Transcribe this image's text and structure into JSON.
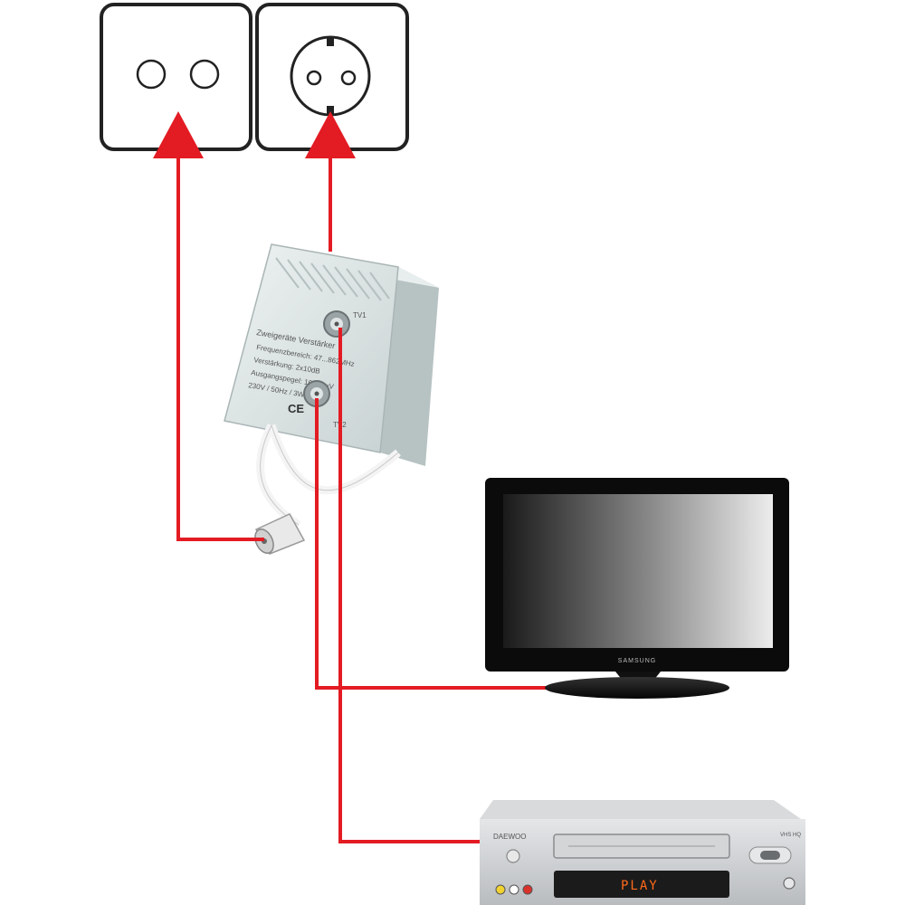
{
  "colors": {
    "cable": "#e31b23",
    "wall_plate_border": "#222222",
    "amplifier_body": "#d9e2e2",
    "tv_frame": "#0b0b0b",
    "vcr_body": "#c9cbcd",
    "vcr_display_text": "#ff6a1a"
  },
  "icons": [
    "antenna-socket-icon",
    "power-socket-icon",
    "arrow-up-icon",
    "ce-mark-icon"
  ],
  "amplifier": {
    "title": "Zweigeräte Verstärker",
    "specs": [
      "Frequenzbereich: 47...862MHz",
      "Verstärkung: 2x10dB",
      "Ausgangspegel: 100dBµV",
      "230V / 50Hz / 3Watt"
    ],
    "port_tv1": "TV1",
    "port_tv2": "TV2",
    "ce_mark": "CE"
  },
  "tv": {
    "brand": "SAMSUNG"
  },
  "vcr": {
    "brand": "DAEWOO",
    "model": "VHS HQ",
    "display": "PLAY"
  }
}
